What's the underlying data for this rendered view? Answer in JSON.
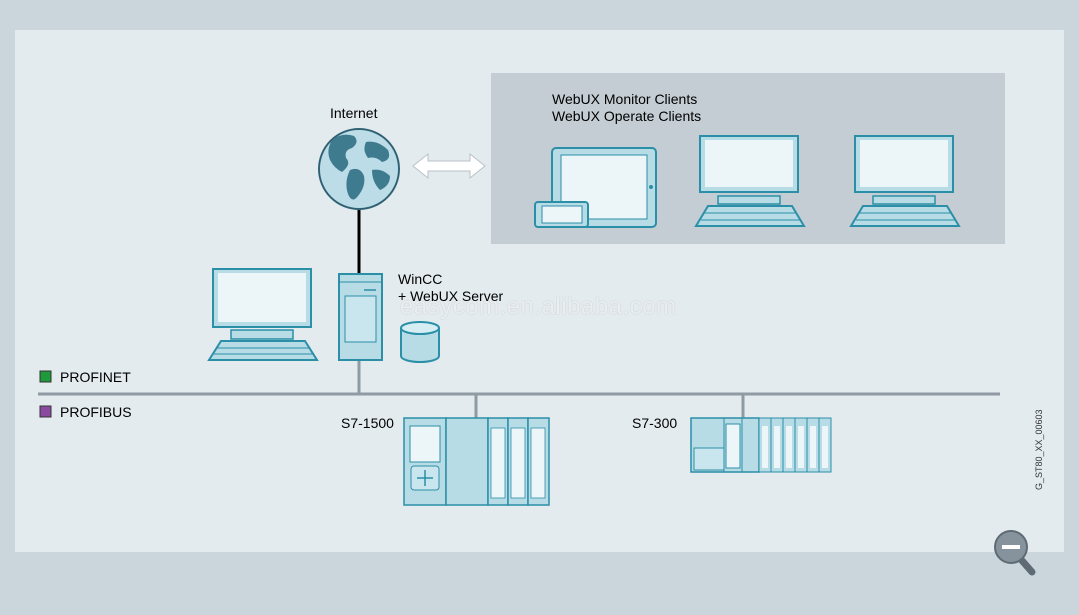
{
  "labels": {
    "internet": "Internet",
    "clients_line1": "WebUX Monitor Clients",
    "clients_line2": "WebUX Operate Clients",
    "server_line1": "WinCC",
    "server_line2": "+ WebUX Server",
    "profinet": "PROFINET",
    "profibus": "PROFIBUS",
    "s71500": "S7-1500",
    "s7300": "S7-300",
    "figure_id": "G_ST80_XX_00603",
    "watermark": "easycom.en.alibaba.com"
  },
  "colors": {
    "page_bg": "#cbd5dc",
    "canvas_bg": "#e3ebef",
    "panel_bg": "#c4cdd3",
    "device_stroke": "#2b8fa8",
    "device_fill": "#b7dce6",
    "screen_fill": "#ecf6f9",
    "bus_line": "#8f9aa2",
    "profinet": "#1e9a3c",
    "profibus": "#8a4aa0"
  },
  "icons": [
    "globe-icon",
    "double-arrow-icon",
    "tablet-icon",
    "smartphone-icon",
    "desktop-icon",
    "server-tower-icon",
    "database-icon",
    "plc-icon",
    "zoom-out-icon"
  ]
}
